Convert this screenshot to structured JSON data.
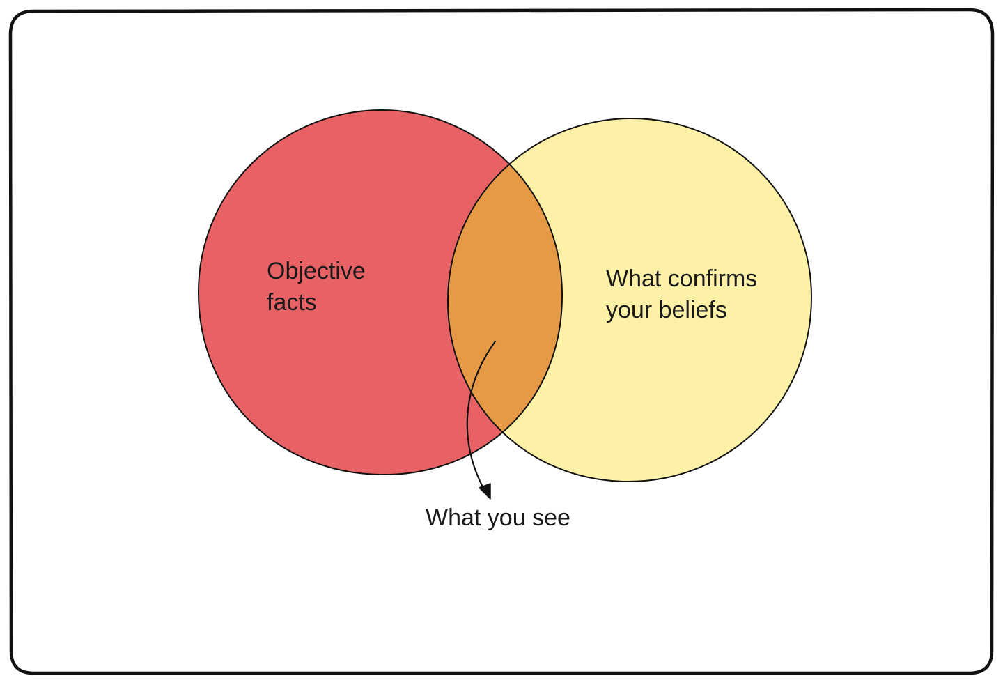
{
  "colors": {
    "frame": "#111111",
    "left_circle": "#E86265",
    "right_circle": "#FDF1A8",
    "overlap": "#E69A45",
    "outline": "#111111",
    "background": "#ffffff"
  },
  "circles": {
    "left": {
      "label_lines": [
        "Objective",
        "facts"
      ]
    },
    "right": {
      "label_lines": [
        "What confirms",
        "your beliefs"
      ]
    }
  },
  "annotation": {
    "label": "What you see"
  }
}
